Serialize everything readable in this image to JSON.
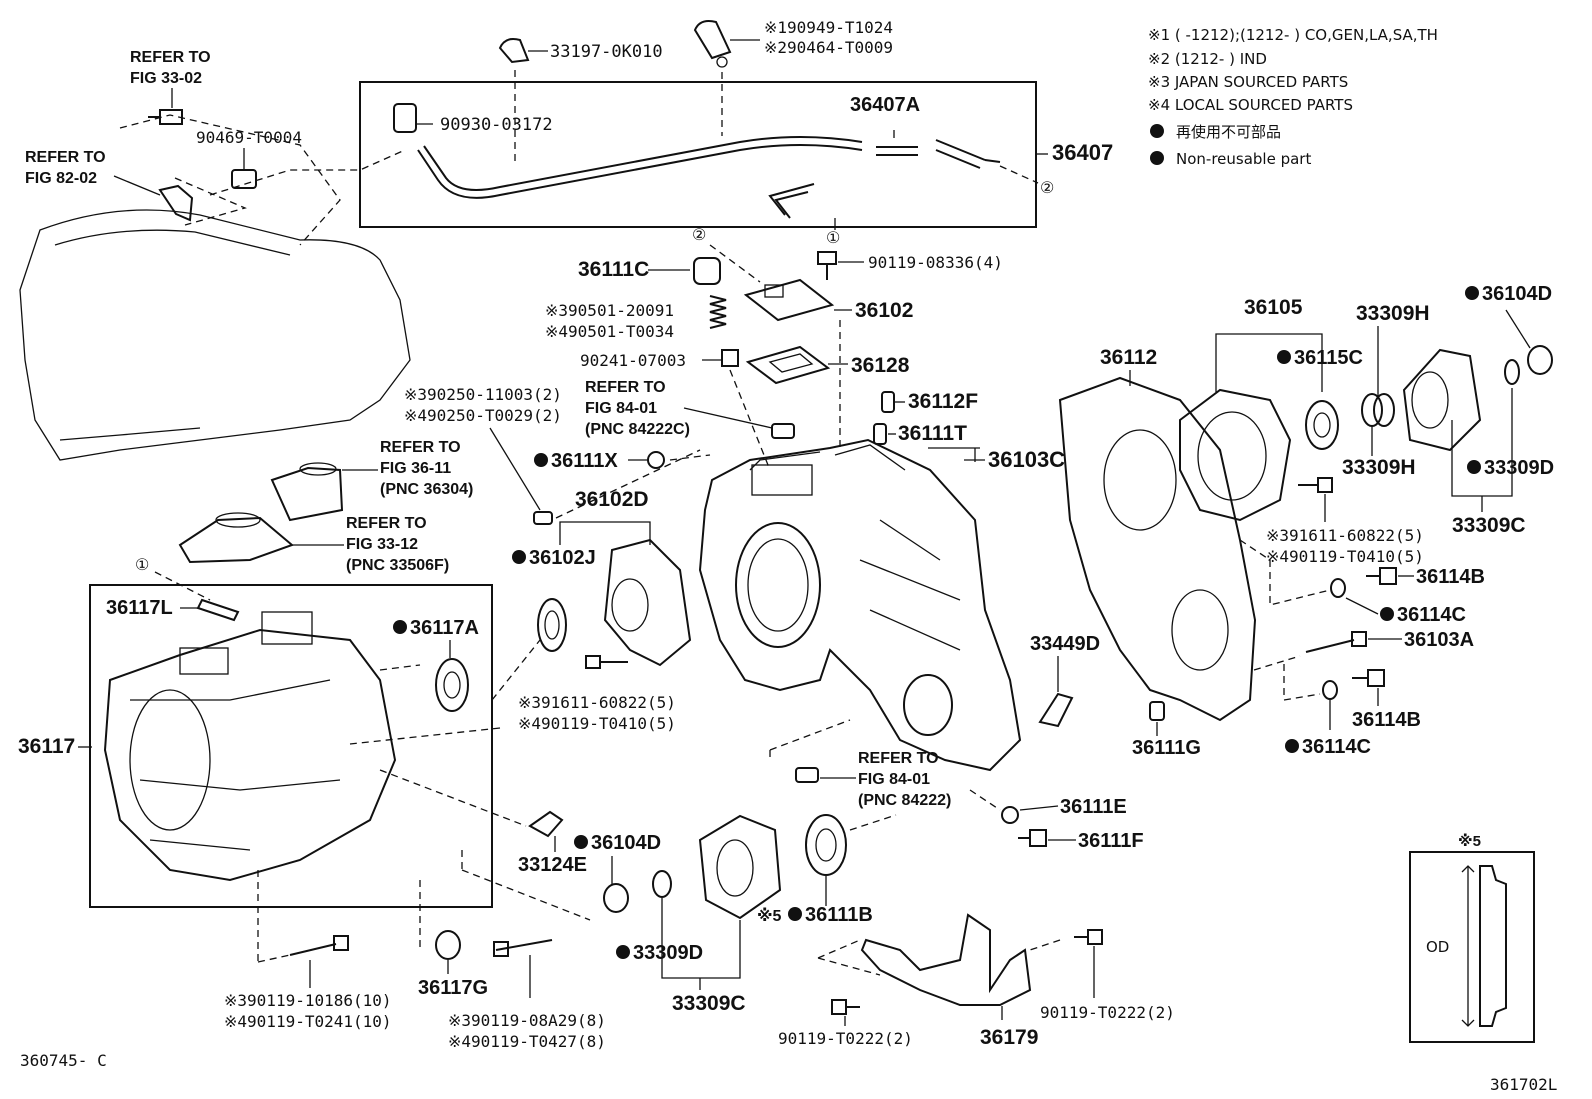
{
  "legend": {
    "note1": "※1 (      -1212);(1212-      ) CO,GEN,LA,SA,TH",
    "note2": "※2 (1212-      ) IND",
    "note3": "※3 JAPAN SOURCED PARTS",
    "note4": "※4 LOCAL SOURCED PARTS",
    "nonreusable_jp": "再使用不可部品",
    "nonreusable_en": "Non-reusable part"
  },
  "refs": {
    "fig3302_a": "REFER TO",
    "fig3302_b": "FIG 33-02",
    "fig8202_a": "REFER TO",
    "fig8202_b": "FIG 82-02",
    "fig8401top_a": "REFER TO",
    "fig8401top_b": "FIG 84-01",
    "fig8401top_c": "(PNC 84222C)",
    "fig3611_a": "REFER TO",
    "fig3611_b": "FIG 36-11",
    "fig3611_c": "(PNC 36304)",
    "fig3312_a": "REFER TO",
    "fig3312_b": "FIG 33-12",
    "fig3312_c": "(PNC 33506F)",
    "fig8401bot_a": "REFER TO",
    "fig8401bot_b": "FIG 84-01",
    "fig8401bot_c": "(PNC 84222)"
  },
  "labels": {
    "p33197": "33197-0K010",
    "p90949": "※190949-T1024",
    "p90464": "※290464-T0009",
    "p90930": "90930-03172",
    "p36407A": "36407A",
    "p36407": "36407",
    "p90469": "90469-T0004",
    "p36111C": "36111C",
    "p90119_08336": "90119-08336(4)",
    "p90501a": "※390501-20091",
    "p90501b": "※490501-T0034",
    "p36102": "36102",
    "p90241": "90241-07003",
    "p36128": "36128",
    "p90250a": "※390250-11003(2)",
    "p90250b": "※490250-T0029(2)",
    "p36112F": "36112F",
    "p36111T": "36111T",
    "p36103C": "36103C",
    "p36111X": "36111X",
    "p36102D": "36102D",
    "p36102J": "36102J",
    "p36117L": "36117L",
    "p36117A": "36117A",
    "p36117": "36117",
    "p91611a": "※391611-60822(5)",
    "p90119a": "※490119-T0410(5)",
    "p36105": "36105",
    "p36112": "36112",
    "p33309H_top": "33309H",
    "p36104D_top": "36104D",
    "p36115C": "36115C",
    "p33309H_bot": "33309H",
    "p33309D_right": "33309D",
    "p33309C_right": "33309C",
    "p91611b": "※391611-60822(5)",
    "p90119b": "※490119-T0410(5)",
    "p36114B_top": "36114B",
    "p36114C_top": "36114C",
    "p36103A": "36103A",
    "p33449D": "33449D",
    "p36114B_bot": "36114B",
    "p36111G": "36111G",
    "p36114C_bot": "36114C",
    "p36111E": "36111E",
    "p36111F": "36111F",
    "p36104D_bot": "36104D",
    "p33124E": "33124E",
    "p36111B": "36111B",
    "p36111B_mark": "※5",
    "p33309D_bot": "33309D",
    "p33309C_bot": "33309C",
    "p36117G": "36117G",
    "p90119_10186": "※390119-10186(10)",
    "p90119_T0241": "※490119-T0241(10)",
    "p90119_08A29": "※390119-08A29(8)",
    "p90119_T0427": "※490119-T0427(8)",
    "p90119_T0222a": "90119-T0222(2)",
    "p90119_T0222b": "90119-T0222(2)",
    "p36179": "36179",
    "inset_mark": "※5",
    "inset_od": "OD",
    "circle1": "①",
    "circle2": "②",
    "code_left": "360745- C",
    "code_right": "361702L"
  }
}
